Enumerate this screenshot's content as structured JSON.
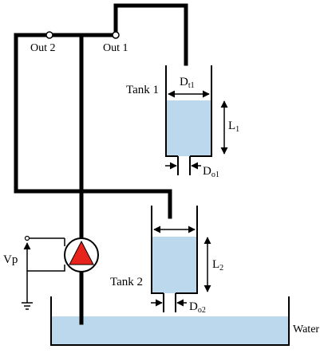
{
  "labels": {
    "out1": "Out 1",
    "out2": "Out 2",
    "tank1": "Tank 1",
    "tank2": "Tank 2",
    "dt1_main": "D",
    "dt1_sub": "t1",
    "do1_main": "D",
    "do1_sub": "o1",
    "do2_main": "D",
    "do2_sub": "o2",
    "l1_main": "L",
    "l1_sub": "1",
    "l2_main": "L",
    "l2_sub": "2",
    "vp": "Vp",
    "water": "Water"
  },
  "colors": {
    "water": "#bcd8ec",
    "pump": "#e8231c",
    "line": "#000000"
  },
  "icons": {
    "pump": "pump-icon",
    "ground": "ground-icon"
  }
}
